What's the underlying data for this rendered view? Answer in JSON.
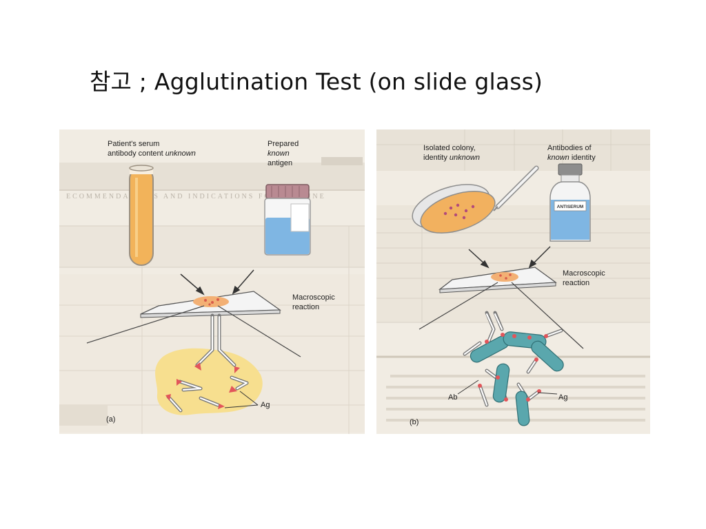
{
  "slide": {
    "title": "참고 ; Agglutination Test (on slide glass)"
  },
  "panel_a": {
    "serum_label_1": "Patient's serum",
    "serum_label_2_prefix": "antibody content ",
    "serum_label_2_emph": "unknown",
    "antigen_label_1": "Prepared",
    "antigen_label_2": "known",
    "antigen_label_3": "antigen",
    "reaction_label_1": "Macroscopic",
    "reaction_label_2": "reaction",
    "ag_label": "Ag",
    "panel_letter": "(a)"
  },
  "panel_b": {
    "colony_label_1": "Isolated colony,",
    "colony_label_2_prefix": "identity ",
    "colony_label_2_emph": "unknown",
    "antibodies_label_1": "Antibodies of",
    "antibodies_label_2_emph": "known",
    "antibodies_label_2_suffix": " identity",
    "bottle_label": "ANTISERUM",
    "reaction_label_1": "Macroscopic",
    "reaction_label_2": "reaction",
    "ab_label": "Ab",
    "ag_label": "Ag",
    "panel_letter": "(b)"
  },
  "colors": {
    "serum_orange": "#f2b35a",
    "antiserum_blue": "#7fb6e3",
    "bacteria_teal": "#5aa7ad",
    "antigen_red": "#e2555a",
    "clump_yellow": "#f7df8f"
  }
}
